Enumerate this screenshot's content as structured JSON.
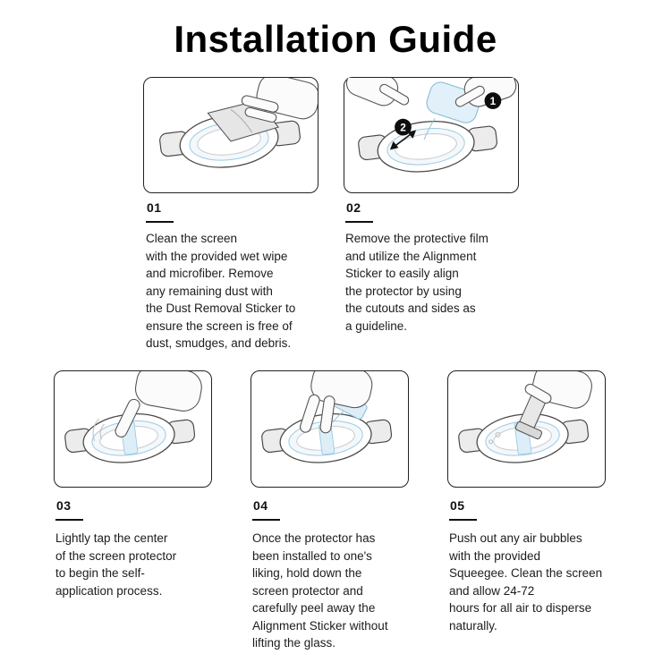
{
  "title": "Installation Guide",
  "colors": {
    "accent_blue_fill": "#ddeef8",
    "accent_blue_stroke": "#8fc0d8",
    "line": "#4a4a4a",
    "light_gray": "#ececec",
    "badge_black": "#0d0d0d"
  },
  "steps": [
    {
      "number": "01",
      "description": "Clean the screen\nwith the provided wet wipe\nand microfiber. Remove\nany remaining dust with\nthe Dust Removal Sticker to\nensure the screen is free of\ndust, smudges, and debris."
    },
    {
      "number": "02",
      "badges": [
        "1",
        "2"
      ],
      "description": "Remove the protective film\nand utilize the Alignment\nSticker to easily align\nthe protector by using\nthe cutouts and sides as\na guideline."
    },
    {
      "number": "03",
      "description": "Lightly tap the center\nof the screen protector\nto begin the self-\napplication process."
    },
    {
      "number": "04",
      "description": "Once the protector has\nbeen installed to one's\nliking, hold down the\nscreen protector and\ncarefully peel away the\nAlignment Sticker without\nlifting the glass."
    },
    {
      "number": "05",
      "description": "Push out any air bubbles\nwith the provided\nSqueegee. Clean the screen\nand allow 24-72\nhours for all air to disperse\nnaturally."
    }
  ]
}
